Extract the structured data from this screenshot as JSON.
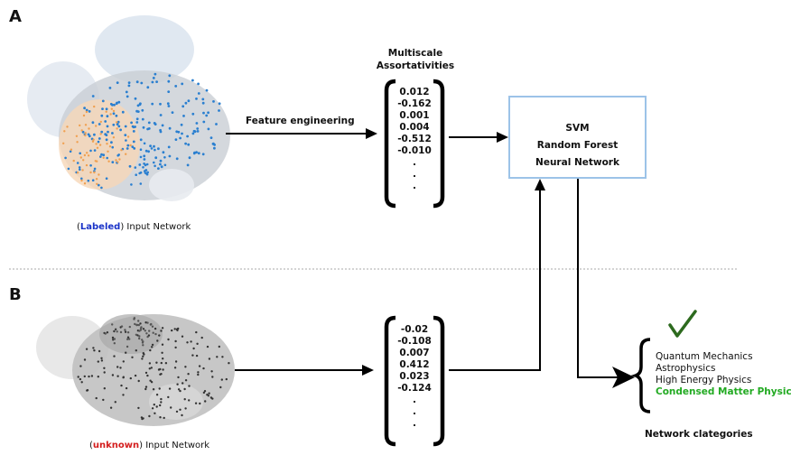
{
  "panels": {
    "a_label": "A",
    "b_label": "B"
  },
  "panel_a": {
    "network_caption_open": "(",
    "network_caption_highlight": "Labeled",
    "network_caption_rest": ") Input Network",
    "arrow_label": "Feature engineering",
    "vector_title_line1": "Multiscale",
    "vector_title_line2": "Assortativities",
    "vector_values": [
      "0.012",
      "-0.162",
      "0.001",
      "0.004",
      "-0.512",
      "-0.010",
      ".",
      ".",
      "."
    ]
  },
  "models": {
    "items": [
      "SVM",
      "Random Forest",
      "Neural Network"
    ]
  },
  "panel_b": {
    "network_caption_open": "(",
    "network_caption_highlight": "unknown",
    "network_caption_rest": ") Input Network",
    "vector_values": [
      "-0.02",
      "-0.108",
      "0.007",
      "0.412",
      "0.023",
      "-0.124",
      ".",
      ".",
      "."
    ]
  },
  "categories": {
    "items": [
      "Quantum Mechanics",
      "Astrophysics",
      "High Energy Physics",
      "Condensed Matter Physics"
    ],
    "highlighted": "Condensed Matter Physics",
    "title": "Network clategories"
  },
  "colors": {
    "labeled": "#1a33c8",
    "unknown": "#d41c1c",
    "highlight": "#22aa22",
    "check": "#2d6a1e",
    "box_border": "#9cc3e8",
    "node_blue": "#2a7fd0",
    "node_orange": "#f0a050"
  }
}
